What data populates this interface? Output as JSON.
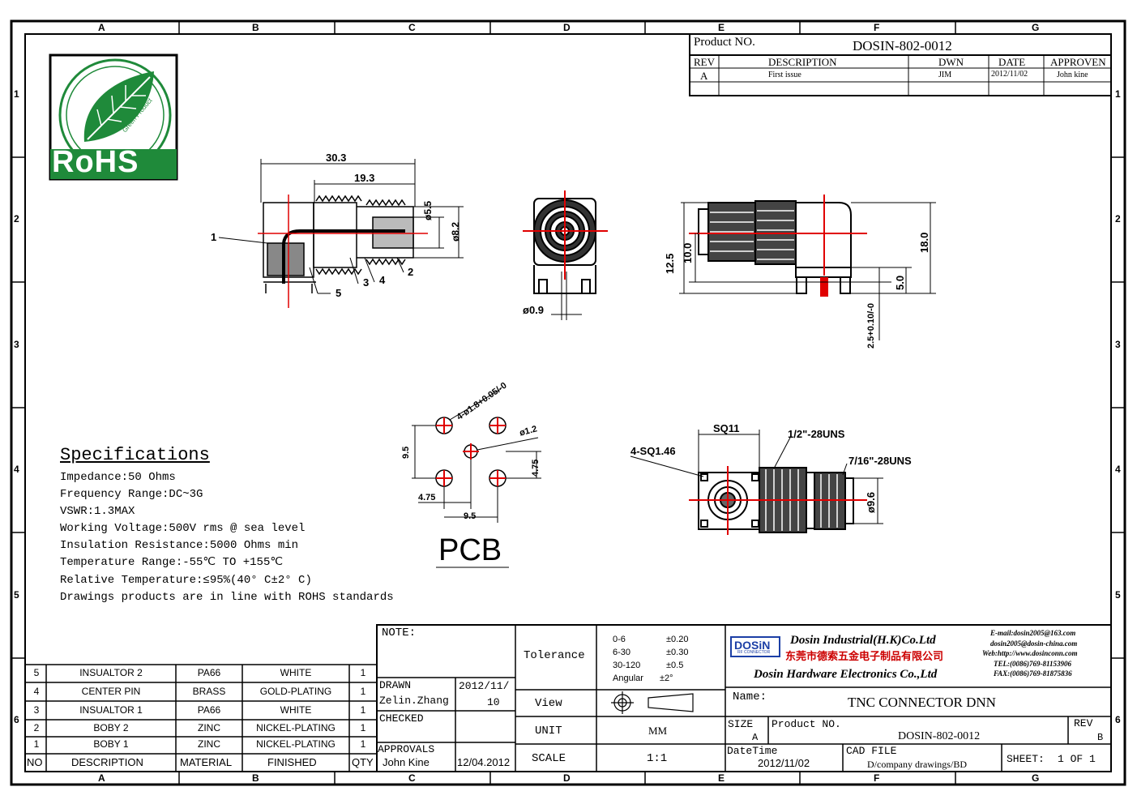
{
  "zones": {
    "columns": [
      "A",
      "B",
      "C",
      "D",
      "E",
      "F",
      "G"
    ],
    "rows": [
      "1",
      "2",
      "3",
      "4",
      "5",
      "6"
    ]
  },
  "logo": {
    "text": "RoHS",
    "subtext": "Green Product"
  },
  "header": {
    "product_label": "Product NO.",
    "product_no": "DOSIN-802-0012",
    "rev_headers": [
      "REV",
      "DESCRIPTION",
      "DWN",
      "DATE",
      "APPROVEN"
    ],
    "rev_row": [
      "A",
      "First issue",
      "JIM",
      "2012/11/02",
      "John kine"
    ]
  },
  "dimensions": {
    "side": {
      "total": "30.3",
      "partial": "19.3",
      "d1": "ø5.5",
      "d2": "ø8.2",
      "callouts": [
        "1",
        "2",
        "3",
        "4",
        "5"
      ]
    },
    "front": {
      "pin": "ø0.9"
    },
    "right": {
      "h1": "12.5",
      "h2": "10.0",
      "h3": "18.0",
      "h4": "5.0",
      "pin_len": "2.5+0.10/-0"
    },
    "pcb": {
      "holes": "4-ø1.8+0.05/-0",
      "center": "ø1.2",
      "p1": "9.5",
      "p2": "4.75",
      "p3": "4.75",
      "p4": "9.5",
      "title": "PCB"
    },
    "bottom": {
      "sq": "SQ11",
      "sq146": "4-SQ1.46",
      "thread1": "1/2\"-28UNS",
      "thread2": "7/16\"-28UNS",
      "dia": "ø9.6"
    }
  },
  "specs": {
    "title": "Specifications",
    "lines": [
      "Impedance:50 Ohms",
      "Frequency Range:DC~3G",
      "VSWR:1.3MAX",
      "Working Voltage:500V rms @ sea level",
      "Insulation Resistance:5000 Ohms min",
      "Temperature Range:-55℃ TO +155℃",
      "Relative Temperature:≤95%(40° C±2° C)",
      "Drawings products are in line with ROHS standards"
    ]
  },
  "bom": {
    "headers": [
      "NO",
      "DESCRIPTION",
      "MATERIAL",
      "FINISHED",
      "QTY"
    ],
    "rows": [
      [
        "5",
        "INSUALTOR 2",
        "PA66",
        "WHITE",
        "1"
      ],
      [
        "4",
        "CENTER PIN",
        "BRASS",
        "GOLD-PLATING",
        "1"
      ],
      [
        "3",
        "INSUALTOR 1",
        "PA66",
        "WHITE",
        "1"
      ],
      [
        "2",
        "BOBY 2",
        "ZINC",
        "NICKEL-PLATING",
        "1"
      ],
      [
        "1",
        "BOBY 1",
        "ZINC",
        "NICKEL-PLATING",
        "1"
      ]
    ]
  },
  "title_block": {
    "note_label": "NOTE:",
    "drawn_label": "DRAWN",
    "drawn_name": "Zelin.Zhang",
    "drawn_date_1": "2012/11/",
    "drawn_date_2": "10",
    "checked_label": "CHECKED",
    "approvals_label": "APPROVALS",
    "approvals_name": "John Kine",
    "approvals_date": "12/04.2012",
    "tolerance_label": "Tolerance",
    "tolerances": [
      [
        "0-6",
        "±0.20"
      ],
      [
        "6-30",
        "±0.30"
      ],
      [
        "30-120",
        "±0.5"
      ],
      [
        "Angular",
        "±2°"
      ]
    ],
    "view_label": "View",
    "unit_label": "UNIT",
    "unit_value": "MM",
    "scale_label": "SCALE",
    "scale_value": "1:1",
    "company_logo": "DOSiN",
    "company_logo_sub": "RF CONNECTOR",
    "company_en": "Dosin Industrial(H.K)Co.Ltd",
    "company_cn": "东莞市德索五金电子制品有限公司",
    "company_en2": "Dosin Hardware Electronics Co.,Ltd",
    "contact": [
      "E-mail:dosin2005@163.com",
      "dosin2005@dosin-china.com",
      "Web:http://www.dosinconn.com",
      "TEL:(0086)769-81153906",
      "FAX:(0086)769-81875836"
    ],
    "name_label": "Name:",
    "name_value": "TNC CONNECTOR DNN",
    "size_label": "SIZE",
    "size_value": "A",
    "product_label": "Product NO.",
    "product_value": "DOSIN-802-0012",
    "rev_label": "REV",
    "rev_value": "B",
    "datetime_label": "DateTime",
    "datetime_value": "2012/11/02",
    "cadfile_label": "CAD FILE",
    "cadfile_value": "D/company drawings/BD",
    "sheet_label": "SHEET:",
    "sheet_value": "1 OF 1"
  },
  "colors": {
    "rohs_green": "#1f8a3a",
    "centerline": "#e00000",
    "logo_blue": "#1c3fa6",
    "cn_red": "#cc0000"
  }
}
